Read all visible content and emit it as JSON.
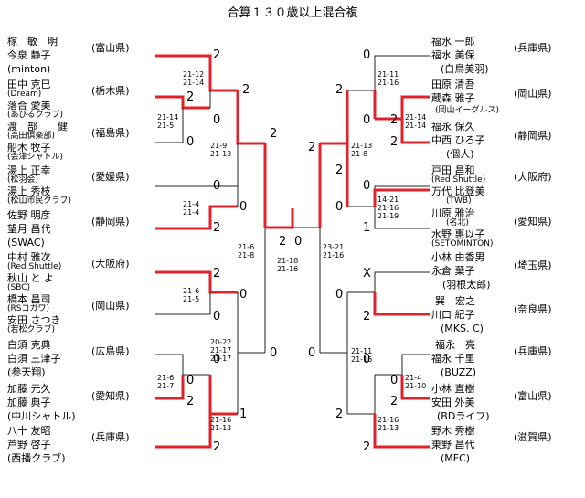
{
  "title": "合算１３０歳以上混合複",
  "left_entries": [
    {
      "lines": [
        "榢　敏　明",
        "今泉 静子",
        "(minton)"
      ],
      "pref": "(富山県)"
    },
    {
      "lines": [
        "田中 克巳",
        "(Dream)",
        "落合 愛美",
        "(あびるクラブ)"
      ],
      "pref": "(栃木県)"
    },
    {
      "lines": [
        "渡　部　　健",
        "(高田倶楽部)",
        "船木 牧子",
        "(会津シャトル)"
      ],
      "pref": "(福島県)"
    },
    {
      "lines": [
        "湯上 正幸",
        "(松羽会)",
        "湯上 秀枝",
        "(松山市民クラブ)"
      ],
      "pref": "(愛媛県)"
    },
    {
      "lines": [
        "佐野 明彦",
        "望月 昌代",
        "(SWAC)"
      ],
      "pref": "(静岡県)"
    },
    {
      "lines": [
        "中村 雅次",
        "(Red Shuttle)",
        "秋山 と よ",
        "(SBC)"
      ],
      "pref": "(大阪府)"
    },
    {
      "lines": [
        "橋本 昌司",
        "(RSコガワ)",
        "安田 さつき",
        "(若松クラブ)"
      ],
      "pref": "(岡山県)"
    },
    {
      "lines": [
        "白須 克典",
        "白須 三津子",
        "(参天翔)"
      ],
      "pref": "(広島県)"
    },
    {
      "lines": [
        "加藤 元久",
        "加藤 典子",
        "(中川シャトル)"
      ],
      "pref": "(愛知県)"
    },
    {
      "lines": [
        "八十 友昭",
        "芦野 啓子",
        "(西播クラブ)"
      ],
      "pref": "(兵庫県)"
    }
  ],
  "right_entries": [
    {
      "lines": [
        "福水 一郎",
        "福水 美保",
        "(白鳥美羽)"
      ],
      "pref": "(兵庫県)"
    },
    {
      "lines": [
        "田原 清吾",
        "蔵森 雅子",
        "(岡山イーグルス)"
      ],
      "pref": "(岡山県)"
    },
    {
      "lines": [
        "福永 保久",
        "中西 ひろ子",
        "(個人)"
      ],
      "pref": "(静岡県)"
    },
    {
      "lines": [
        "戸田 昌和",
        "(Red Shuttle)",
        "万代 比登美",
        "(TWB)"
      ],
      "pref": "(大阪府)"
    },
    {
      "lines": [
        "川原 雅治",
        "(名北)",
        "水野 惠以子",
        "(SETOMINTON)"
      ],
      "pref": "(愛知県)"
    },
    {
      "lines": [
        "小林 由香男",
        "永倉 葉子",
        "(羽根太郎)"
      ],
      "pref": "(埼玉県)"
    },
    {
      "lines": [
        "巽　宏之",
        "川口 紀子",
        "(MKS. C)"
      ],
      "pref": "(奈良県)"
    },
    {
      "lines": [
        "福永　亮",
        "福永 千里",
        "(BUZZ)"
      ],
      "pref": "(兵庫県)"
    },
    {
      "lines": [
        "小林 直樹",
        "安田 外美",
        "(BDライフ)"
      ],
      "pref": "(富山県)"
    },
    {
      "lines": [
        "野木 秀樹",
        "東野 昌代",
        "(MFC)"
      ],
      "pref": "(滋賀県)"
    }
  ],
  "game_scores": {
    "l_r1a": [
      "21-14",
      "21-5"
    ],
    "l_r1b": [
      "21-4",
      "21-4"
    ],
    "l_r1c": [
      "21-6",
      "21-7"
    ],
    "l_r2a": [
      "21-12",
      "21-14"
    ],
    "l_r2b": [
      "21-6",
      "21-5"
    ],
    "l_r2c": [
      "21-16",
      "21-13"
    ],
    "l_qf1": [
      "21-9",
      "21-13"
    ],
    "l_qf2": [
      "20-22",
      "21-17",
      "21-17"
    ],
    "l_sf": [
      "21-6",
      "21-8"
    ],
    "final": [
      "21-18",
      "21-16"
    ],
    "r_sf": [
      "23-21",
      "21-16"
    ],
    "r_qf1": [
      "21-13",
      "21-8"
    ],
    "r_qf2": [
      "21-11",
      "21-16"
    ],
    "r_r2a": [
      "21-11",
      "21-16"
    ],
    "r_r2b": [
      "21-16",
      "21-13"
    ],
    "r_r1a": [
      "21-14",
      "21-14"
    ],
    "r_r1b": [
      "14-21",
      "21-16",
      "21-19"
    ],
    "r_r1c": [
      "21-4",
      "21-10"
    ]
  },
  "scores": {
    "l1": "2",
    "l2": "2",
    "l2x": "0",
    "l3": "0",
    "l3a": "2",
    "l3b": "0",
    "l4": "0",
    "l4a": "0",
    "l5": "2",
    "l5a": "2",
    "l6": "2",
    "l6a": "0",
    "l7": "0",
    "l7a": "0",
    "l8": "0",
    "l8b": "2",
    "l9": "2",
    "l9a": "0",
    "l10": "2",
    "l10a": "1",
    "lqf1": "2",
    "lqf2": "0",
    "lsf": "2",
    "fin_left": "2",
    "fin_right": "0",
    "r1": "0",
    "r2": "2",
    "r2x": "0",
    "r3": "2",
    "r3b": "2",
    "r3c": "0",
    "r4": "2",
    "r4b": "0",
    "r5": "0",
    "r5b": "1",
    "r6": "X",
    "r7": "0",
    "r7b": "2",
    "r8": "0",
    "r8b": "0",
    "r9": "2",
    "r9b": "2",
    "r10": "2",
    "rqf1": "2",
    "rqf2": "0",
    "rsf": "0"
  }
}
